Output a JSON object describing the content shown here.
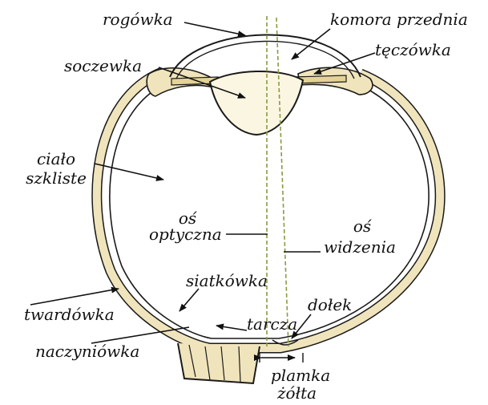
{
  "labels": {
    "rogowka": "rogówka",
    "komora": "komora przednia",
    "teczowka": "tęczówka",
    "soczewka": "soczewka",
    "cialo_1": "ciało",
    "cialo_2": "szkliste",
    "os_optyczna_1": "oś",
    "os_optyczna_2": "optyczna",
    "os_widzenia_1": "oś",
    "os_widzenia_2": "widzenia",
    "siatkowka": "siatkówka",
    "twardowka": "twardówka",
    "dolek": "dołek",
    "tarcza": "tarcza",
    "naczyniowka": "naczyniówka",
    "plamka_1": "plamka",
    "plamka_2": "żółta"
  },
  "colors": {
    "tissue": "#f0e4bc",
    "outline": "#1a1a1a",
    "axis": "#8a9a40"
  }
}
